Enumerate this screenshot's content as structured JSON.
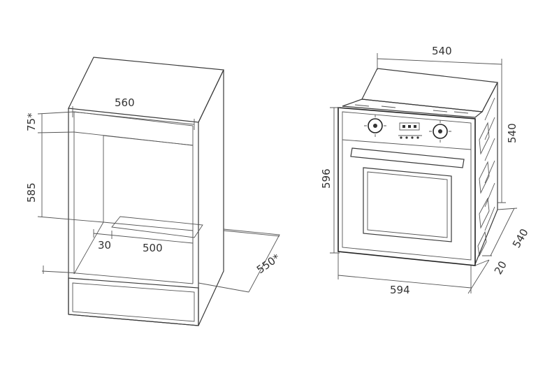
{
  "colors": {
    "line": "#3a3a3a",
    "background": "#ffffff",
    "text": "#333333"
  },
  "cabinet": {
    "dim_width": "560",
    "dim_top": "75*",
    "dim_height": "585",
    "dim_offset": "30",
    "dim_depth": "500",
    "dim_outer_depth": "550*"
  },
  "oven": {
    "dim_top_depth": "540",
    "dim_height": "596",
    "dim_side_height": "540",
    "dim_side_depth": "540",
    "dim_front_thickness": "20",
    "dim_front_width": "594"
  }
}
